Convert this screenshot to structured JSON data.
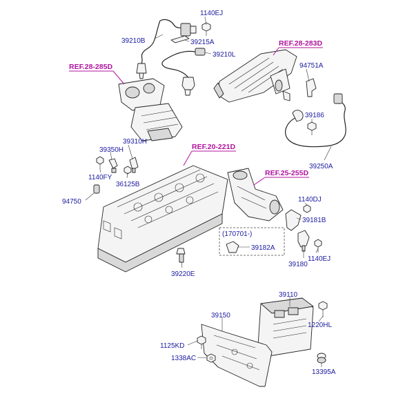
{
  "references": {
    "ref_28_283d": "REF.28-283D",
    "ref_28_285d": "REF.28-285D",
    "ref_20_221d": "REF.20-221D",
    "ref_25_255d": "REF.25-255D"
  },
  "labels": {
    "p1140ej_top": "1140EJ",
    "p39210b": "39210B",
    "p39215a": "39215A",
    "p39210l": "39210L",
    "p94751a": "94751A",
    "p39186": "39186",
    "p39250a": "39250A",
    "p39310h": "39310H",
    "p39350h": "39350H",
    "p1140fy": "1140FY",
    "p36125b": "36125B",
    "p94750": "94750",
    "p1140dj": "1140DJ",
    "p39181b": "39181B",
    "p170701": "(170701-)",
    "p39182a": "39182A",
    "p39180": "39180",
    "p1140ej_bottom": "1140EJ",
    "p39220e": "39220E",
    "p39110": "39110",
    "p39150": "39150",
    "p1220hl": "1220HL",
    "p1125kd": "1125KD",
    "p1338ac": "1338AC",
    "p13395a": "13395A"
  },
  "colors": {
    "part_label": "#1a1aa0",
    "reference": "#b0139e"
  }
}
